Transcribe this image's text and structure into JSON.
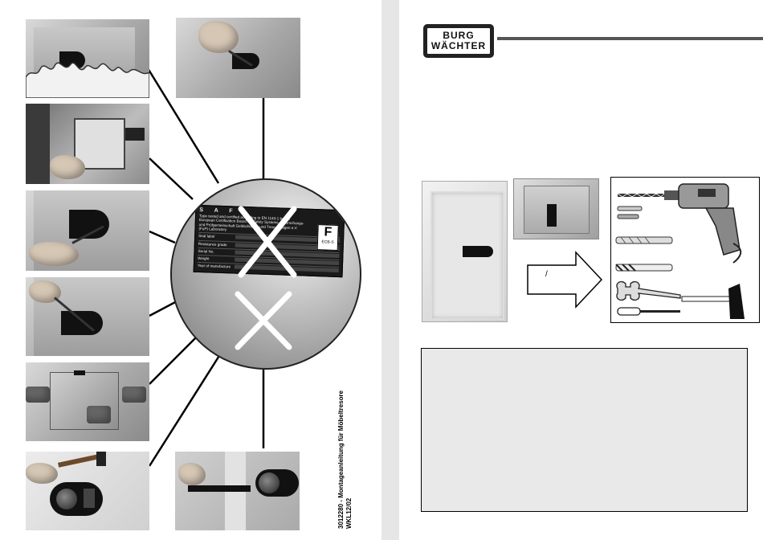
{
  "document": {
    "print_code_line1": "3012280 - Montageanleitung für Möbeltresore",
    "print_code_line2": "WKL12/02"
  },
  "type_plate": {
    "title": "S A F",
    "text": "Type tested and certified according to EN 1143-1 by the European Certification Board for Safety Systems of Forschungs- und Prüfgemeinschaft Geldschränke und Tresoranlagen e.V. (FuP) Laboratory",
    "rows": [
      "Seal label",
      "Resistance grade",
      "Serial No.",
      "Weight",
      "Year of manufacture"
    ],
    "logo_text": "ECB-S"
  },
  "brand": {
    "line1": "BURG",
    "line2": "WÄCHTER"
  },
  "arrow_label": "/",
  "colors": {
    "gutter": "#e6e6e6",
    "info_box": "#e9e9e9",
    "rule": "#555555"
  },
  "icons": [
    "drill-icon",
    "wall-plug-icon",
    "drill-bit-icon",
    "wrench-icon",
    "screwdriver-icon",
    "hammer-icon"
  ]
}
